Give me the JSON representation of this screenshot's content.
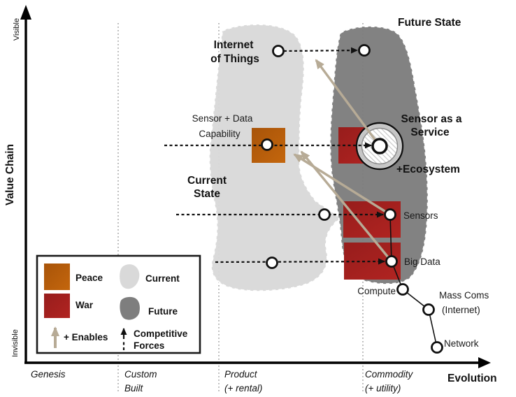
{
  "axes": {
    "y_label": "Value Chain",
    "y_top": "Visible",
    "y_bottom": "Invisible",
    "x_label": "Evolution",
    "stages": [
      {
        "line1": "Genesis",
        "line2": ""
      },
      {
        "line1": "Custom",
        "line2": "Built"
      },
      {
        "line1": "Product",
        "line2": "(+ rental)"
      },
      {
        "line1": "Commodity",
        "line2": "(+ utility)"
      }
    ]
  },
  "regions": {
    "current_state": {
      "line1": "Current",
      "line2": "State"
    },
    "future_state": "Future State"
  },
  "nodes": {
    "iot": {
      "line1": "Internet",
      "line2": "of Things"
    },
    "sensor_data": {
      "line1": "Sensor + Data",
      "line2": "Capability"
    },
    "saas": {
      "line1": "Sensor as a",
      "line2": "Service"
    },
    "ecosystem": "+Ecosystem",
    "sensors": "Sensors",
    "big_data": "Big Data",
    "compute": "Compute",
    "mass_coms": {
      "line1": "Mass Coms",
      "line2": "(Internet)"
    },
    "network": "Network"
  },
  "legend": {
    "peace": "Peace",
    "war": "War",
    "enables": "+ Enables",
    "current": "Current",
    "future": "Future",
    "competitive": {
      "line1": "Competitive",
      "line2": "Forces"
    }
  },
  "colors": {
    "peace_orange": "#C4660D",
    "peace_orange_dark": "#A85409",
    "war_red": "#B12421",
    "war_red_dark": "#971D1C",
    "current_gray": "#D9D9D9",
    "future_gray": "#7E7E7E",
    "enables_tan": "#B7AB96"
  }
}
